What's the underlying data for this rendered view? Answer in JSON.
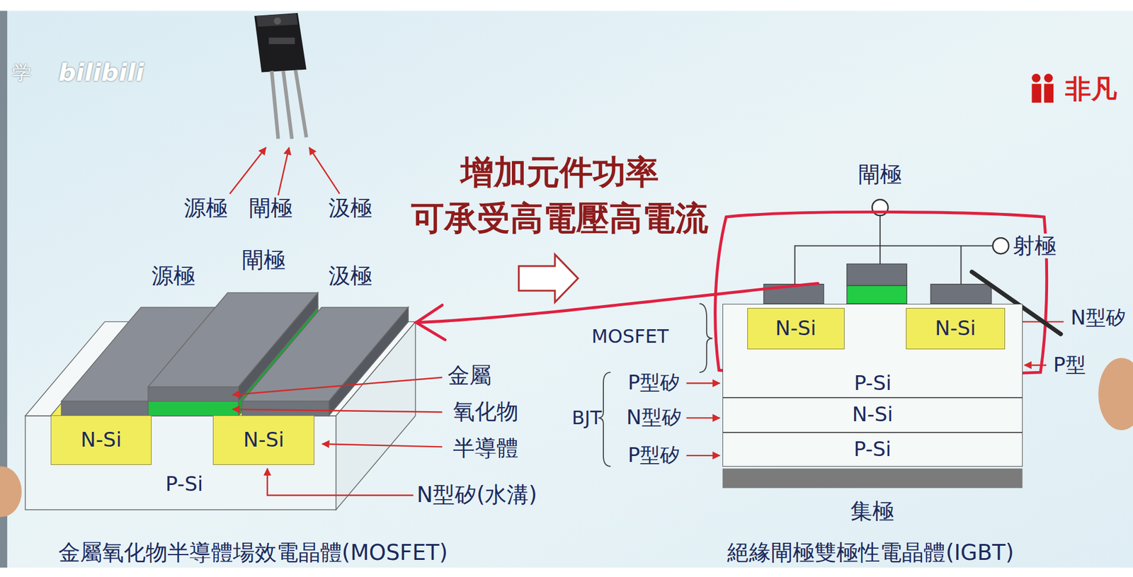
{
  "diagram": {
    "nodes": [
      {
        "text": [
          "P-Si"
        ]
      },
      {
        "text": [
          "N-Si"
        ],
        "in": 0
      },
      {
        "text": [
          "N-Si"
        ],
        "in": 0
      },
      {
        "text": [
          "P-Si"
        ]
      },
      {
        "text": [
          "N-Si"
        ],
        "in": 3
      },
      {
        "text": [
          "N-Si"
        ],
        "in": 3
      },
      {
        "text": [
          "N-Si"
        ]
      },
      {
        "text": [
          "P-Si"
        ]
      }
    ],
    "labels": [
      "学",
      "bilibili",
      "非凡",
      "源極",
      "閘極",
      "汲極",
      "增加元件功率",
      "可承受高電壓高電流",
      "閘極",
      "射極",
      "源極",
      "閘極",
      "汲極",
      "MOSFET",
      "金屬",
      "P型矽",
      "N型矽",
      "P型",
      "氧化物",
      "BJT",
      "N型矽",
      "半導體",
      "P型矽",
      "N型矽(水溝)",
      "集極",
      "金屬氧化物半導體場效電晶體(MOSFET)",
      "絕緣閘極雙極性電晶體(IGBT)"
    ]
  }
}
